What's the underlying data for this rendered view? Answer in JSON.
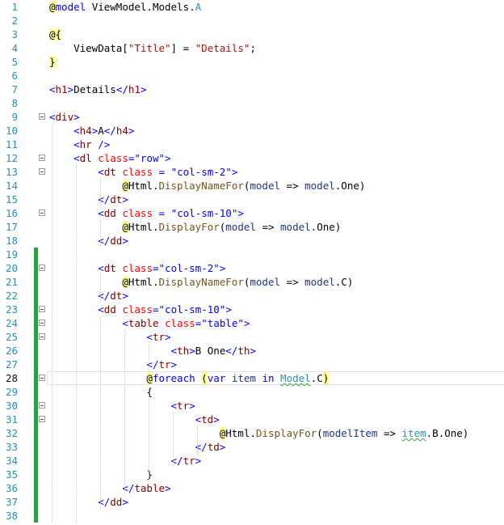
{
  "editor": {
    "current_line": 28,
    "lines": [
      {
        "n": "1",
        "bar": false,
        "fold": false,
        "segs": [
          {
            "t": "@",
            "c": "razor"
          },
          {
            "t": "model",
            "c": "kw"
          },
          {
            "t": " ViewModel.Models.",
            "c": "plain"
          },
          {
            "t": "A",
            "c": "type"
          }
        ]
      },
      {
        "n": "2",
        "bar": false,
        "fold": false,
        "segs": []
      },
      {
        "n": "3",
        "bar": false,
        "fold": false,
        "segs": [
          {
            "t": "@{",
            "c": "razor"
          }
        ]
      },
      {
        "n": "4",
        "bar": false,
        "fold": false,
        "segs": [
          {
            "t": "    ViewData[",
            "c": "plain"
          },
          {
            "t": "\"Title\"",
            "c": "csstr"
          },
          {
            "t": "] = ",
            "c": "plain"
          },
          {
            "t": "\"Details\"",
            "c": "csstr"
          },
          {
            "t": ";",
            "c": "plain"
          }
        ]
      },
      {
        "n": "5",
        "bar": false,
        "fold": false,
        "segs": [
          {
            "t": "}",
            "c": "razor"
          }
        ]
      },
      {
        "n": "6",
        "bar": false,
        "fold": false,
        "segs": []
      },
      {
        "n": "7",
        "bar": false,
        "fold": false,
        "segs": [
          {
            "t": "<",
            "c": "ang"
          },
          {
            "t": "h1",
            "c": "tag"
          },
          {
            "t": ">",
            "c": "ang"
          },
          {
            "t": "Details",
            "c": "plain"
          },
          {
            "t": "</",
            "c": "ang"
          },
          {
            "t": "h1",
            "c": "tag"
          },
          {
            "t": ">",
            "c": "ang"
          }
        ]
      },
      {
        "n": "8",
        "bar": false,
        "fold": false,
        "segs": []
      },
      {
        "n": "9",
        "bar": false,
        "fold": true,
        "segs": [
          {
            "t": "<",
            "c": "ang"
          },
          {
            "t": "div",
            "c": "tag"
          },
          {
            "t": ">",
            "c": "ang"
          }
        ]
      },
      {
        "n": "10",
        "bar": false,
        "fold": false,
        "segs": [
          {
            "t": "    ",
            "c": "plain"
          },
          {
            "t": "<",
            "c": "ang"
          },
          {
            "t": "h4",
            "c": "tag"
          },
          {
            "t": ">",
            "c": "ang"
          },
          {
            "t": "A",
            "c": "plain"
          },
          {
            "t": "</",
            "c": "ang"
          },
          {
            "t": "h4",
            "c": "tag"
          },
          {
            "t": ">",
            "c": "ang"
          }
        ]
      },
      {
        "n": "11",
        "bar": false,
        "fold": false,
        "segs": [
          {
            "t": "    ",
            "c": "plain"
          },
          {
            "t": "<",
            "c": "ang"
          },
          {
            "t": "hr",
            "c": "tag"
          },
          {
            "t": " />",
            "c": "ang"
          }
        ]
      },
      {
        "n": "12",
        "bar": false,
        "fold": true,
        "segs": [
          {
            "t": "    ",
            "c": "plain"
          },
          {
            "t": "<",
            "c": "ang"
          },
          {
            "t": "dl",
            "c": "tag"
          },
          {
            "t": " ",
            "c": "plain"
          },
          {
            "t": "class",
            "c": "attr"
          },
          {
            "t": "=",
            "c": "ang"
          },
          {
            "t": "\"row\"",
            "c": "str"
          },
          {
            "t": ">",
            "c": "ang"
          }
        ]
      },
      {
        "n": "13",
        "bar": false,
        "fold": true,
        "segs": [
          {
            "t": "        ",
            "c": "plain"
          },
          {
            "t": "<",
            "c": "ang"
          },
          {
            "t": "dt",
            "c": "tag"
          },
          {
            "t": " ",
            "c": "plain"
          },
          {
            "t": "class",
            "c": "attr"
          },
          {
            "t": " = ",
            "c": "ang"
          },
          {
            "t": "\"col-sm-2\"",
            "c": "str"
          },
          {
            "t": ">",
            "c": "ang"
          }
        ]
      },
      {
        "n": "14",
        "bar": false,
        "fold": false,
        "segs": [
          {
            "t": "            ",
            "c": "plain"
          },
          {
            "t": "@",
            "c": "razor"
          },
          {
            "t": "Html.",
            "c": "plain"
          },
          {
            "t": "DisplayNameFor",
            "c": "method"
          },
          {
            "t": "(",
            "c": "plain"
          },
          {
            "t": "model",
            "c": "param"
          },
          {
            "t": " => ",
            "c": "plain"
          },
          {
            "t": "model",
            "c": "param"
          },
          {
            "t": ".One)",
            "c": "plain"
          }
        ]
      },
      {
        "n": "15",
        "bar": false,
        "fold": false,
        "segs": [
          {
            "t": "        ",
            "c": "plain"
          },
          {
            "t": "</",
            "c": "ang"
          },
          {
            "t": "dt",
            "c": "tag"
          },
          {
            "t": ">",
            "c": "ang"
          }
        ]
      },
      {
        "n": "16",
        "bar": false,
        "fold": true,
        "segs": [
          {
            "t": "        ",
            "c": "plain"
          },
          {
            "t": "<",
            "c": "ang"
          },
          {
            "t": "dd",
            "c": "tag"
          },
          {
            "t": " ",
            "c": "plain"
          },
          {
            "t": "class",
            "c": "attr"
          },
          {
            "t": " = ",
            "c": "ang"
          },
          {
            "t": "\"col-sm-10\"",
            "c": "str"
          },
          {
            "t": ">",
            "c": "ang"
          }
        ]
      },
      {
        "n": "17",
        "bar": false,
        "fold": false,
        "segs": [
          {
            "t": "            ",
            "c": "plain"
          },
          {
            "t": "@",
            "c": "razor"
          },
          {
            "t": "Html.",
            "c": "plain"
          },
          {
            "t": "DisplayFor",
            "c": "method"
          },
          {
            "t": "(",
            "c": "plain"
          },
          {
            "t": "model",
            "c": "param"
          },
          {
            "t": " => ",
            "c": "plain"
          },
          {
            "t": "model",
            "c": "param"
          },
          {
            "t": ".One)",
            "c": "plain"
          }
        ]
      },
      {
        "n": "18",
        "bar": false,
        "fold": false,
        "segs": [
          {
            "t": "        ",
            "c": "plain"
          },
          {
            "t": "</",
            "c": "ang"
          },
          {
            "t": "dd",
            "c": "tag"
          },
          {
            "t": ">",
            "c": "ang"
          }
        ]
      },
      {
        "n": "19",
        "bar": true,
        "fold": false,
        "segs": []
      },
      {
        "n": "20",
        "bar": true,
        "fold": true,
        "segs": [
          {
            "t": "        ",
            "c": "plain"
          },
          {
            "t": "<",
            "c": "ang"
          },
          {
            "t": "dt",
            "c": "tag"
          },
          {
            "t": " ",
            "c": "plain"
          },
          {
            "t": "class",
            "c": "attr"
          },
          {
            "t": "=",
            "c": "ang"
          },
          {
            "t": "\"col-sm-2\"",
            "c": "str"
          },
          {
            "t": ">",
            "c": "ang"
          }
        ]
      },
      {
        "n": "21",
        "bar": true,
        "fold": false,
        "segs": [
          {
            "t": "            ",
            "c": "plain"
          },
          {
            "t": "@",
            "c": "razor"
          },
          {
            "t": "Html.",
            "c": "plain"
          },
          {
            "t": "DisplayNameFor",
            "c": "method"
          },
          {
            "t": "(",
            "c": "plain"
          },
          {
            "t": "model",
            "c": "param"
          },
          {
            "t": " => ",
            "c": "plain"
          },
          {
            "t": "model",
            "c": "param"
          },
          {
            "t": ".C)",
            "c": "plain"
          }
        ]
      },
      {
        "n": "22",
        "bar": true,
        "fold": false,
        "segs": [
          {
            "t": "        ",
            "c": "plain"
          },
          {
            "t": "</",
            "c": "ang"
          },
          {
            "t": "dt",
            "c": "tag"
          },
          {
            "t": ">",
            "c": "ang"
          }
        ]
      },
      {
        "n": "23",
        "bar": true,
        "fold": true,
        "segs": [
          {
            "t": "        ",
            "c": "plain"
          },
          {
            "t": "<",
            "c": "ang"
          },
          {
            "t": "dd",
            "c": "tag"
          },
          {
            "t": " ",
            "c": "plain"
          },
          {
            "t": "class",
            "c": "attr"
          },
          {
            "t": "=",
            "c": "ang"
          },
          {
            "t": "\"col-sm-10\"",
            "c": "str"
          },
          {
            "t": ">",
            "c": "ang"
          }
        ]
      },
      {
        "n": "24",
        "bar": true,
        "fold": true,
        "segs": [
          {
            "t": "            ",
            "c": "plain"
          },
          {
            "t": "<",
            "c": "ang"
          },
          {
            "t": "table",
            "c": "tag"
          },
          {
            "t": " ",
            "c": "plain"
          },
          {
            "t": "class",
            "c": "attr"
          },
          {
            "t": "=",
            "c": "ang"
          },
          {
            "t": "\"table\"",
            "c": "str"
          },
          {
            "t": ">",
            "c": "ang"
          }
        ]
      },
      {
        "n": "25",
        "bar": true,
        "fold": true,
        "segs": [
          {
            "t": "                ",
            "c": "plain"
          },
          {
            "t": "<",
            "c": "ang"
          },
          {
            "t": "tr",
            "c": "tag"
          },
          {
            "t": ">",
            "c": "ang"
          }
        ]
      },
      {
        "n": "26",
        "bar": true,
        "fold": false,
        "segs": [
          {
            "t": "                    ",
            "c": "plain"
          },
          {
            "t": "<",
            "c": "ang"
          },
          {
            "t": "th",
            "c": "tag"
          },
          {
            "t": ">",
            "c": "ang"
          },
          {
            "t": "B One",
            "c": "plain"
          },
          {
            "t": "</",
            "c": "ang"
          },
          {
            "t": "th",
            "c": "tag"
          },
          {
            "t": ">",
            "c": "ang"
          }
        ]
      },
      {
        "n": "27",
        "bar": true,
        "fold": false,
        "segs": [
          {
            "t": "                ",
            "c": "plain"
          },
          {
            "t": "</",
            "c": "ang"
          },
          {
            "t": "tr",
            "c": "tag"
          },
          {
            "t": ">",
            "c": "ang"
          }
        ]
      },
      {
        "n": "28",
        "bar": true,
        "fold": true,
        "segs": [
          {
            "t": "                ",
            "c": "plain"
          },
          {
            "t": "@",
            "c": "razor"
          },
          {
            "t": "foreach",
            "c": "kw"
          },
          {
            "t": " ",
            "c": "plain"
          },
          {
            "t": "(",
            "c": "razor"
          },
          {
            "t": "var",
            "c": "kw"
          },
          {
            "t": " ",
            "c": "plain"
          },
          {
            "t": "item",
            "c": "param"
          },
          {
            "t": " ",
            "c": "plain"
          },
          {
            "t": "in",
            "c": "kw"
          },
          {
            "t": " ",
            "c": "plain"
          },
          {
            "t": "Model",
            "c": "squig"
          },
          {
            "t": ".C",
            "c": "plain"
          },
          {
            "t": ")",
            "c": "razor"
          }
        ]
      },
      {
        "n": "29",
        "bar": true,
        "fold": false,
        "segs": [
          {
            "t": "                {",
            "c": "plain"
          }
        ]
      },
      {
        "n": "30",
        "bar": true,
        "fold": true,
        "segs": [
          {
            "t": "                    ",
            "c": "plain"
          },
          {
            "t": "<",
            "c": "ang"
          },
          {
            "t": "tr",
            "c": "tag"
          },
          {
            "t": ">",
            "c": "ang"
          }
        ]
      },
      {
        "n": "31",
        "bar": true,
        "fold": true,
        "segs": [
          {
            "t": "                        ",
            "c": "plain"
          },
          {
            "t": "<",
            "c": "ang"
          },
          {
            "t": "td",
            "c": "tag"
          },
          {
            "t": ">",
            "c": "ang"
          }
        ]
      },
      {
        "n": "32",
        "bar": true,
        "fold": false,
        "segs": [
          {
            "t": "                            ",
            "c": "plain"
          },
          {
            "t": "@",
            "c": "razor"
          },
          {
            "t": "Html.",
            "c": "plain"
          },
          {
            "t": "DisplayFor",
            "c": "method"
          },
          {
            "t": "(",
            "c": "plain"
          },
          {
            "t": "modelItem",
            "c": "param"
          },
          {
            "t": " => ",
            "c": "plain"
          },
          {
            "t": "item",
            "c": "squig"
          },
          {
            "t": ".B.One)",
            "c": "plain"
          }
        ]
      },
      {
        "n": "33",
        "bar": true,
        "fold": false,
        "segs": [
          {
            "t": "                        ",
            "c": "plain"
          },
          {
            "t": "</",
            "c": "ang"
          },
          {
            "t": "td",
            "c": "tag"
          },
          {
            "t": ">",
            "c": "ang"
          }
        ]
      },
      {
        "n": "34",
        "bar": true,
        "fold": false,
        "segs": [
          {
            "t": "                    ",
            "c": "plain"
          },
          {
            "t": "</",
            "c": "ang"
          },
          {
            "t": "tr",
            "c": "tag"
          },
          {
            "t": ">",
            "c": "ang"
          }
        ]
      },
      {
        "n": "35",
        "bar": true,
        "fold": false,
        "segs": [
          {
            "t": "                }",
            "c": "plain"
          }
        ]
      },
      {
        "n": "36",
        "bar": true,
        "fold": false,
        "segs": [
          {
            "t": "            ",
            "c": "plain"
          },
          {
            "t": "</",
            "c": "ang"
          },
          {
            "t": "table",
            "c": "tag"
          },
          {
            "t": ">",
            "c": "ang"
          }
        ]
      },
      {
        "n": "37",
        "bar": true,
        "fold": false,
        "segs": [
          {
            "t": "        ",
            "c": "plain"
          },
          {
            "t": "</",
            "c": "ang"
          },
          {
            "t": "dd",
            "c": "tag"
          },
          {
            "t": ">",
            "c": "ang"
          }
        ]
      },
      {
        "n": "38",
        "bar": true,
        "fold": false,
        "segs": []
      }
    ]
  }
}
